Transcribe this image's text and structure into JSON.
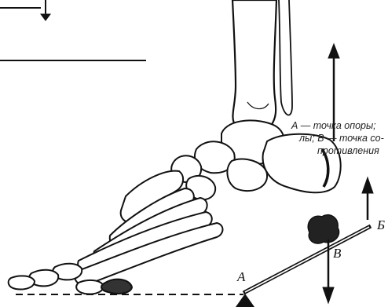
{
  "caption": {
    "line1": "А — точка опоры;",
    "line2": "лы; В — точка со-",
    "line3": "противления"
  },
  "labels": {
    "a": "А",
    "b": "Б",
    "v": "В"
  }
}
